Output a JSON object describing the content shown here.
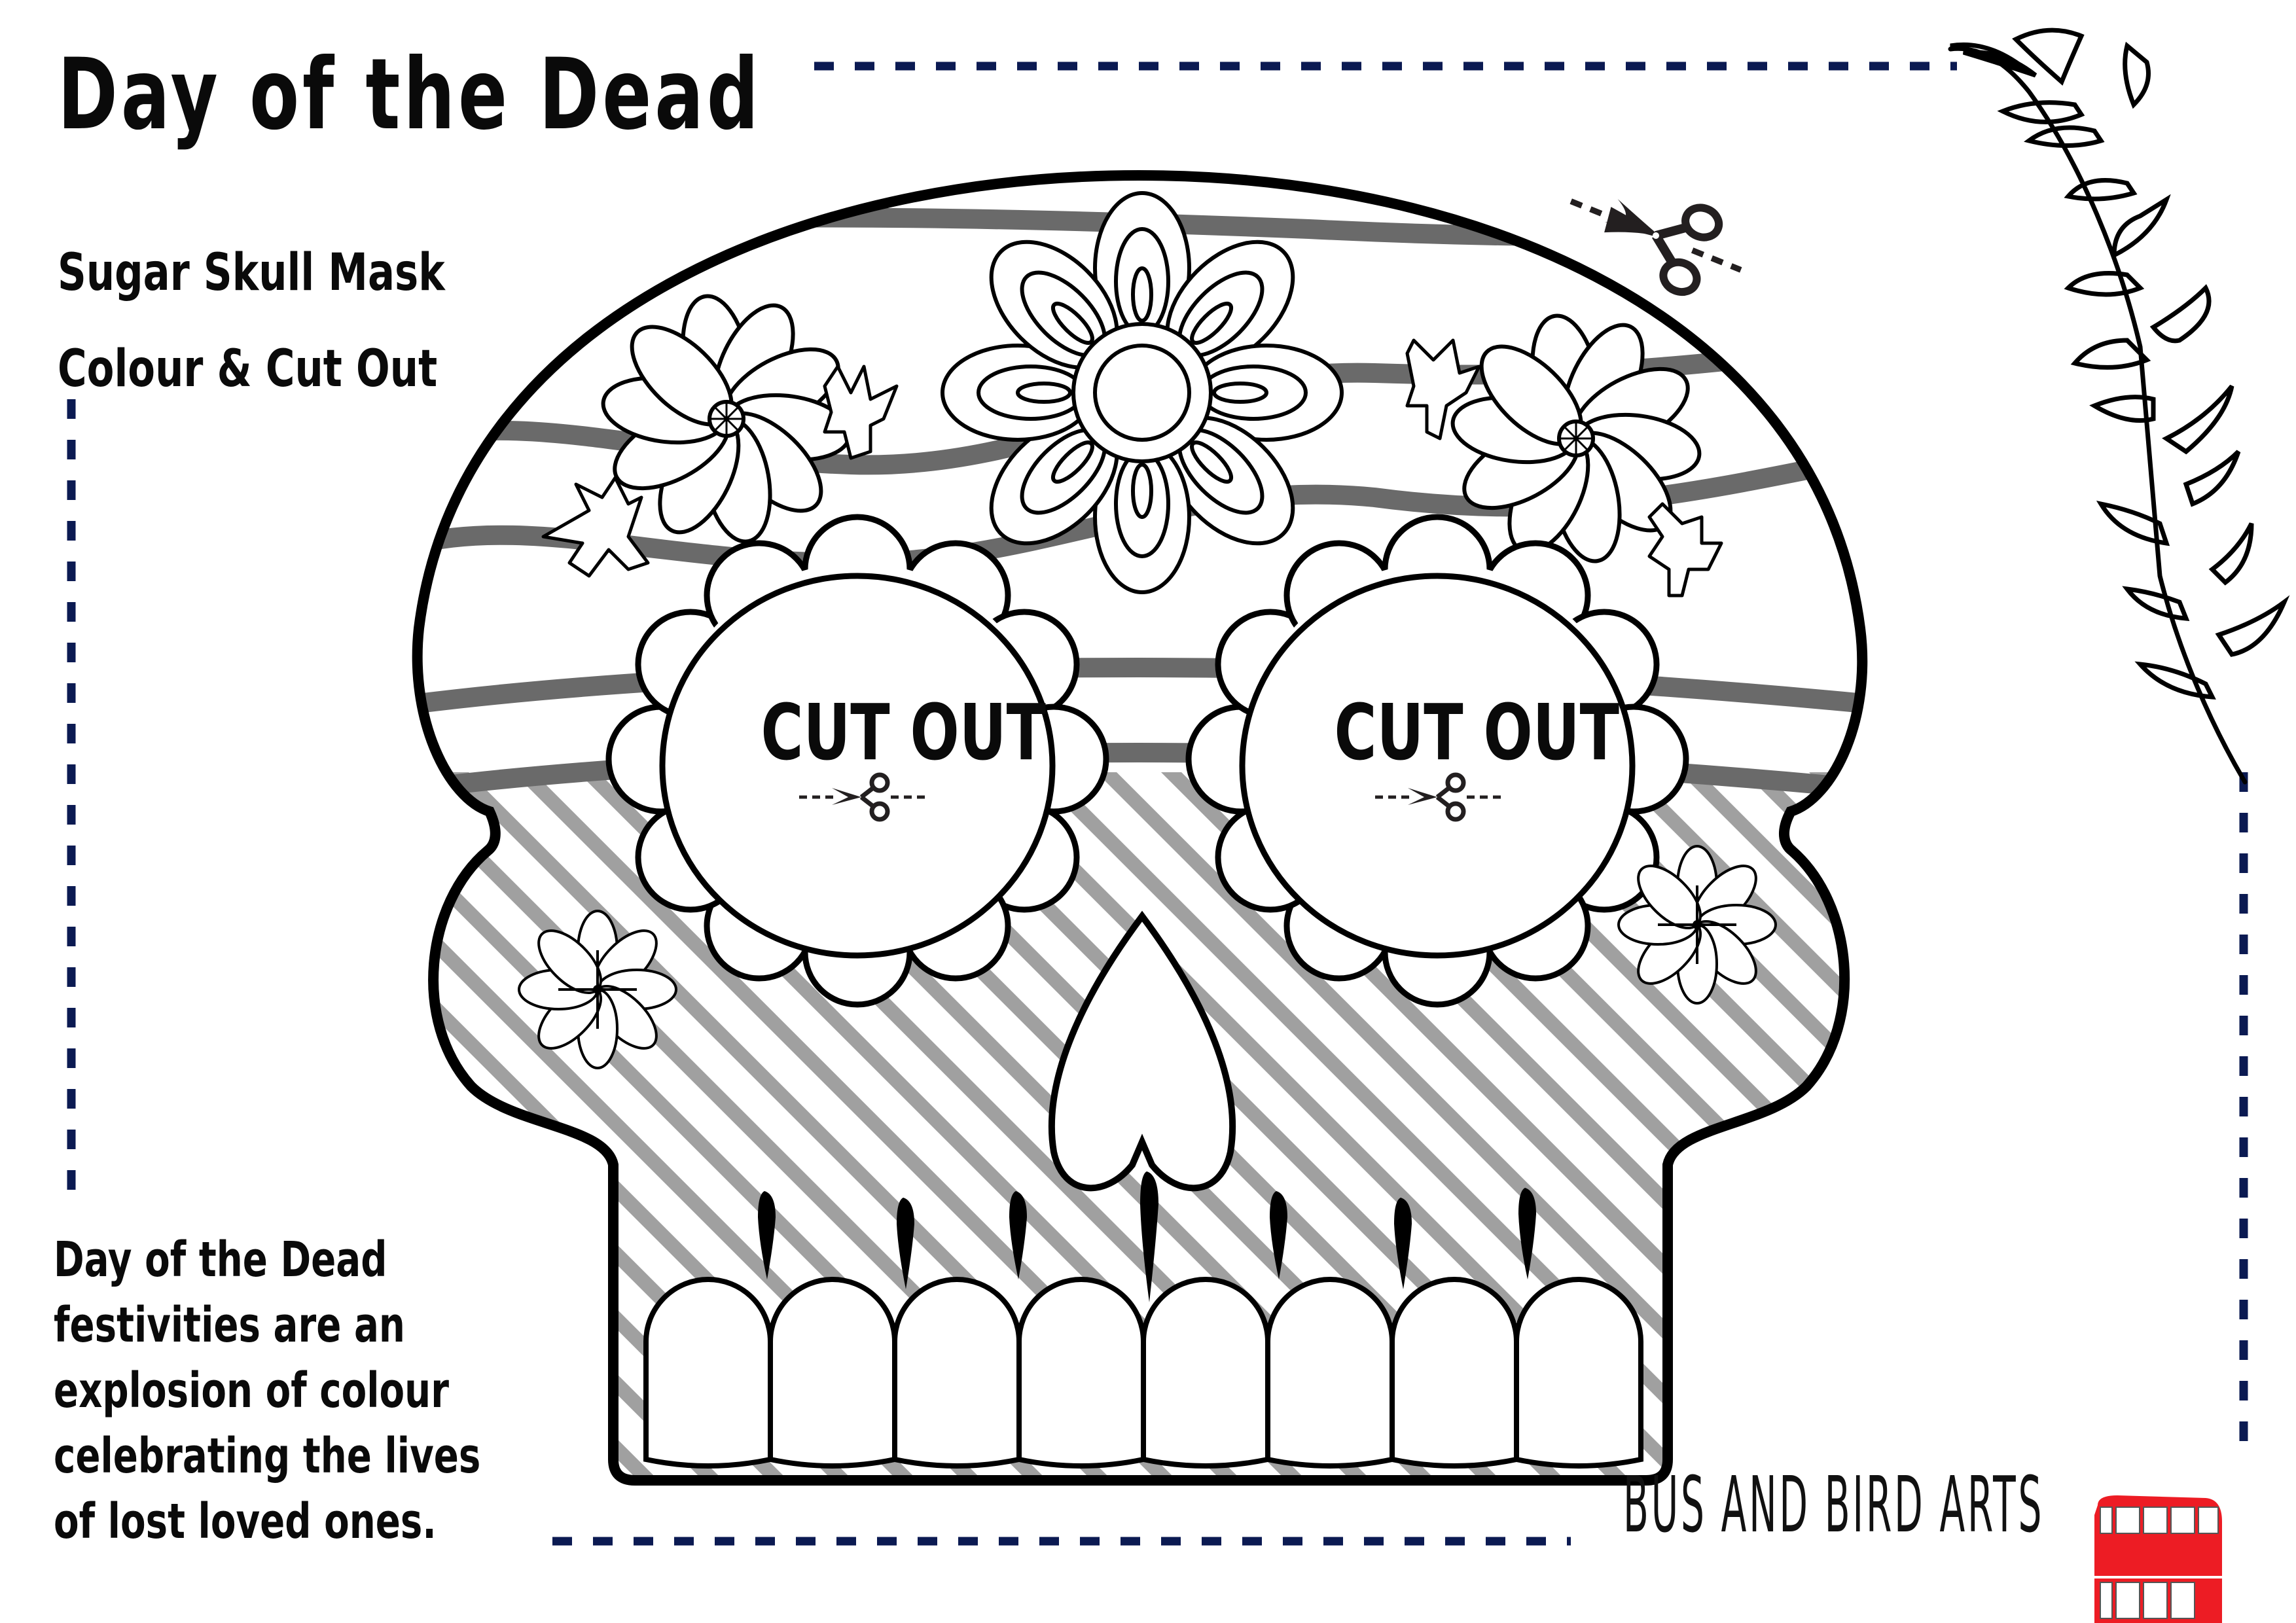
{
  "header": {
    "title": "Day of the Dead",
    "subtitle_1": "Sugar Skull Mask",
    "subtitle_2": "Colour & Cut Out"
  },
  "eyes": {
    "left_label": "CUT OUT",
    "right_label": "CUT OUT"
  },
  "blurb": {
    "lines": [
      "Day of the Dead",
      "festivities are an",
      "explosion of colour",
      "celebrating the lives",
      "of lost loved ones."
    ]
  },
  "footer": {
    "brand": "BUS AND BIRD ARTS"
  },
  "icons": {
    "scissors": "scissors-icon",
    "bus": "double-decker-bus-icon",
    "leaf": "leaf-branch-icon",
    "flower": "flower-icon"
  },
  "colors": {
    "border_dash": "#0b1a52",
    "outline": "#000000",
    "band": "#6a6a6a",
    "stripe": "#a0a0a0",
    "bus_red": "#ed1c24"
  }
}
